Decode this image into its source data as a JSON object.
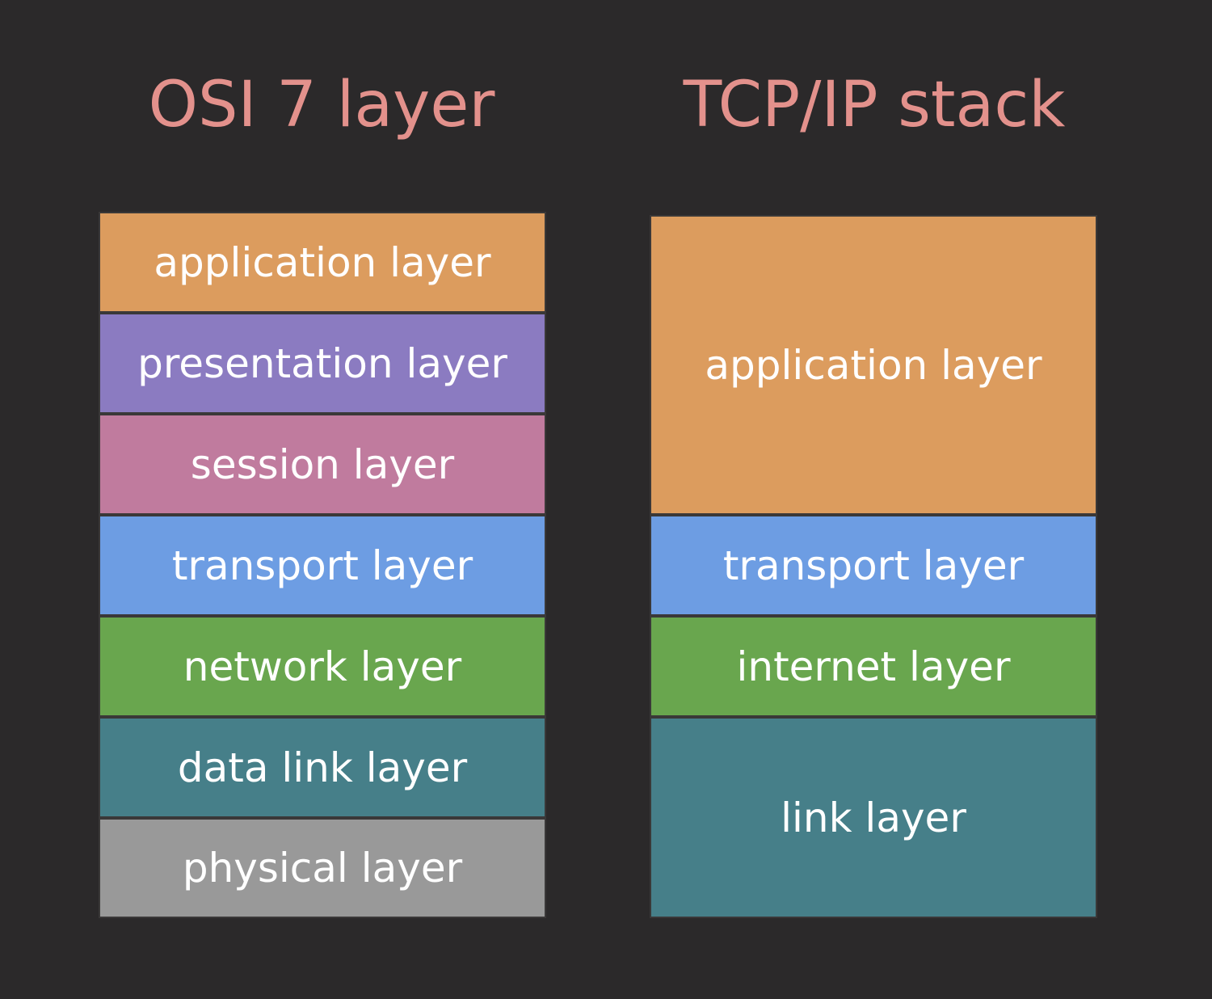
{
  "osi": {
    "title": "OSI 7 layer",
    "layers": [
      {
        "label": "application layer",
        "color": "#dc9c5e"
      },
      {
        "label": "presentation layer",
        "color": "#8b7bc1"
      },
      {
        "label": "session layer",
        "color": "#c07b9e"
      },
      {
        "label": "transport layer",
        "color": "#6d9de3"
      },
      {
        "label": "network layer",
        "color": "#69a64e"
      },
      {
        "label": "data link layer",
        "color": "#467f89"
      },
      {
        "label": "physical layer",
        "color": "#999999"
      }
    ]
  },
  "tcpip": {
    "title": "TCP/IP stack",
    "layers": [
      {
        "label": "application layer",
        "color": "#dc9c5e"
      },
      {
        "label": "transport layer",
        "color": "#6d9de3"
      },
      {
        "label": "internet layer",
        "color": "#69a64e"
      },
      {
        "label": "link layer",
        "color": "#467f89"
      }
    ]
  }
}
